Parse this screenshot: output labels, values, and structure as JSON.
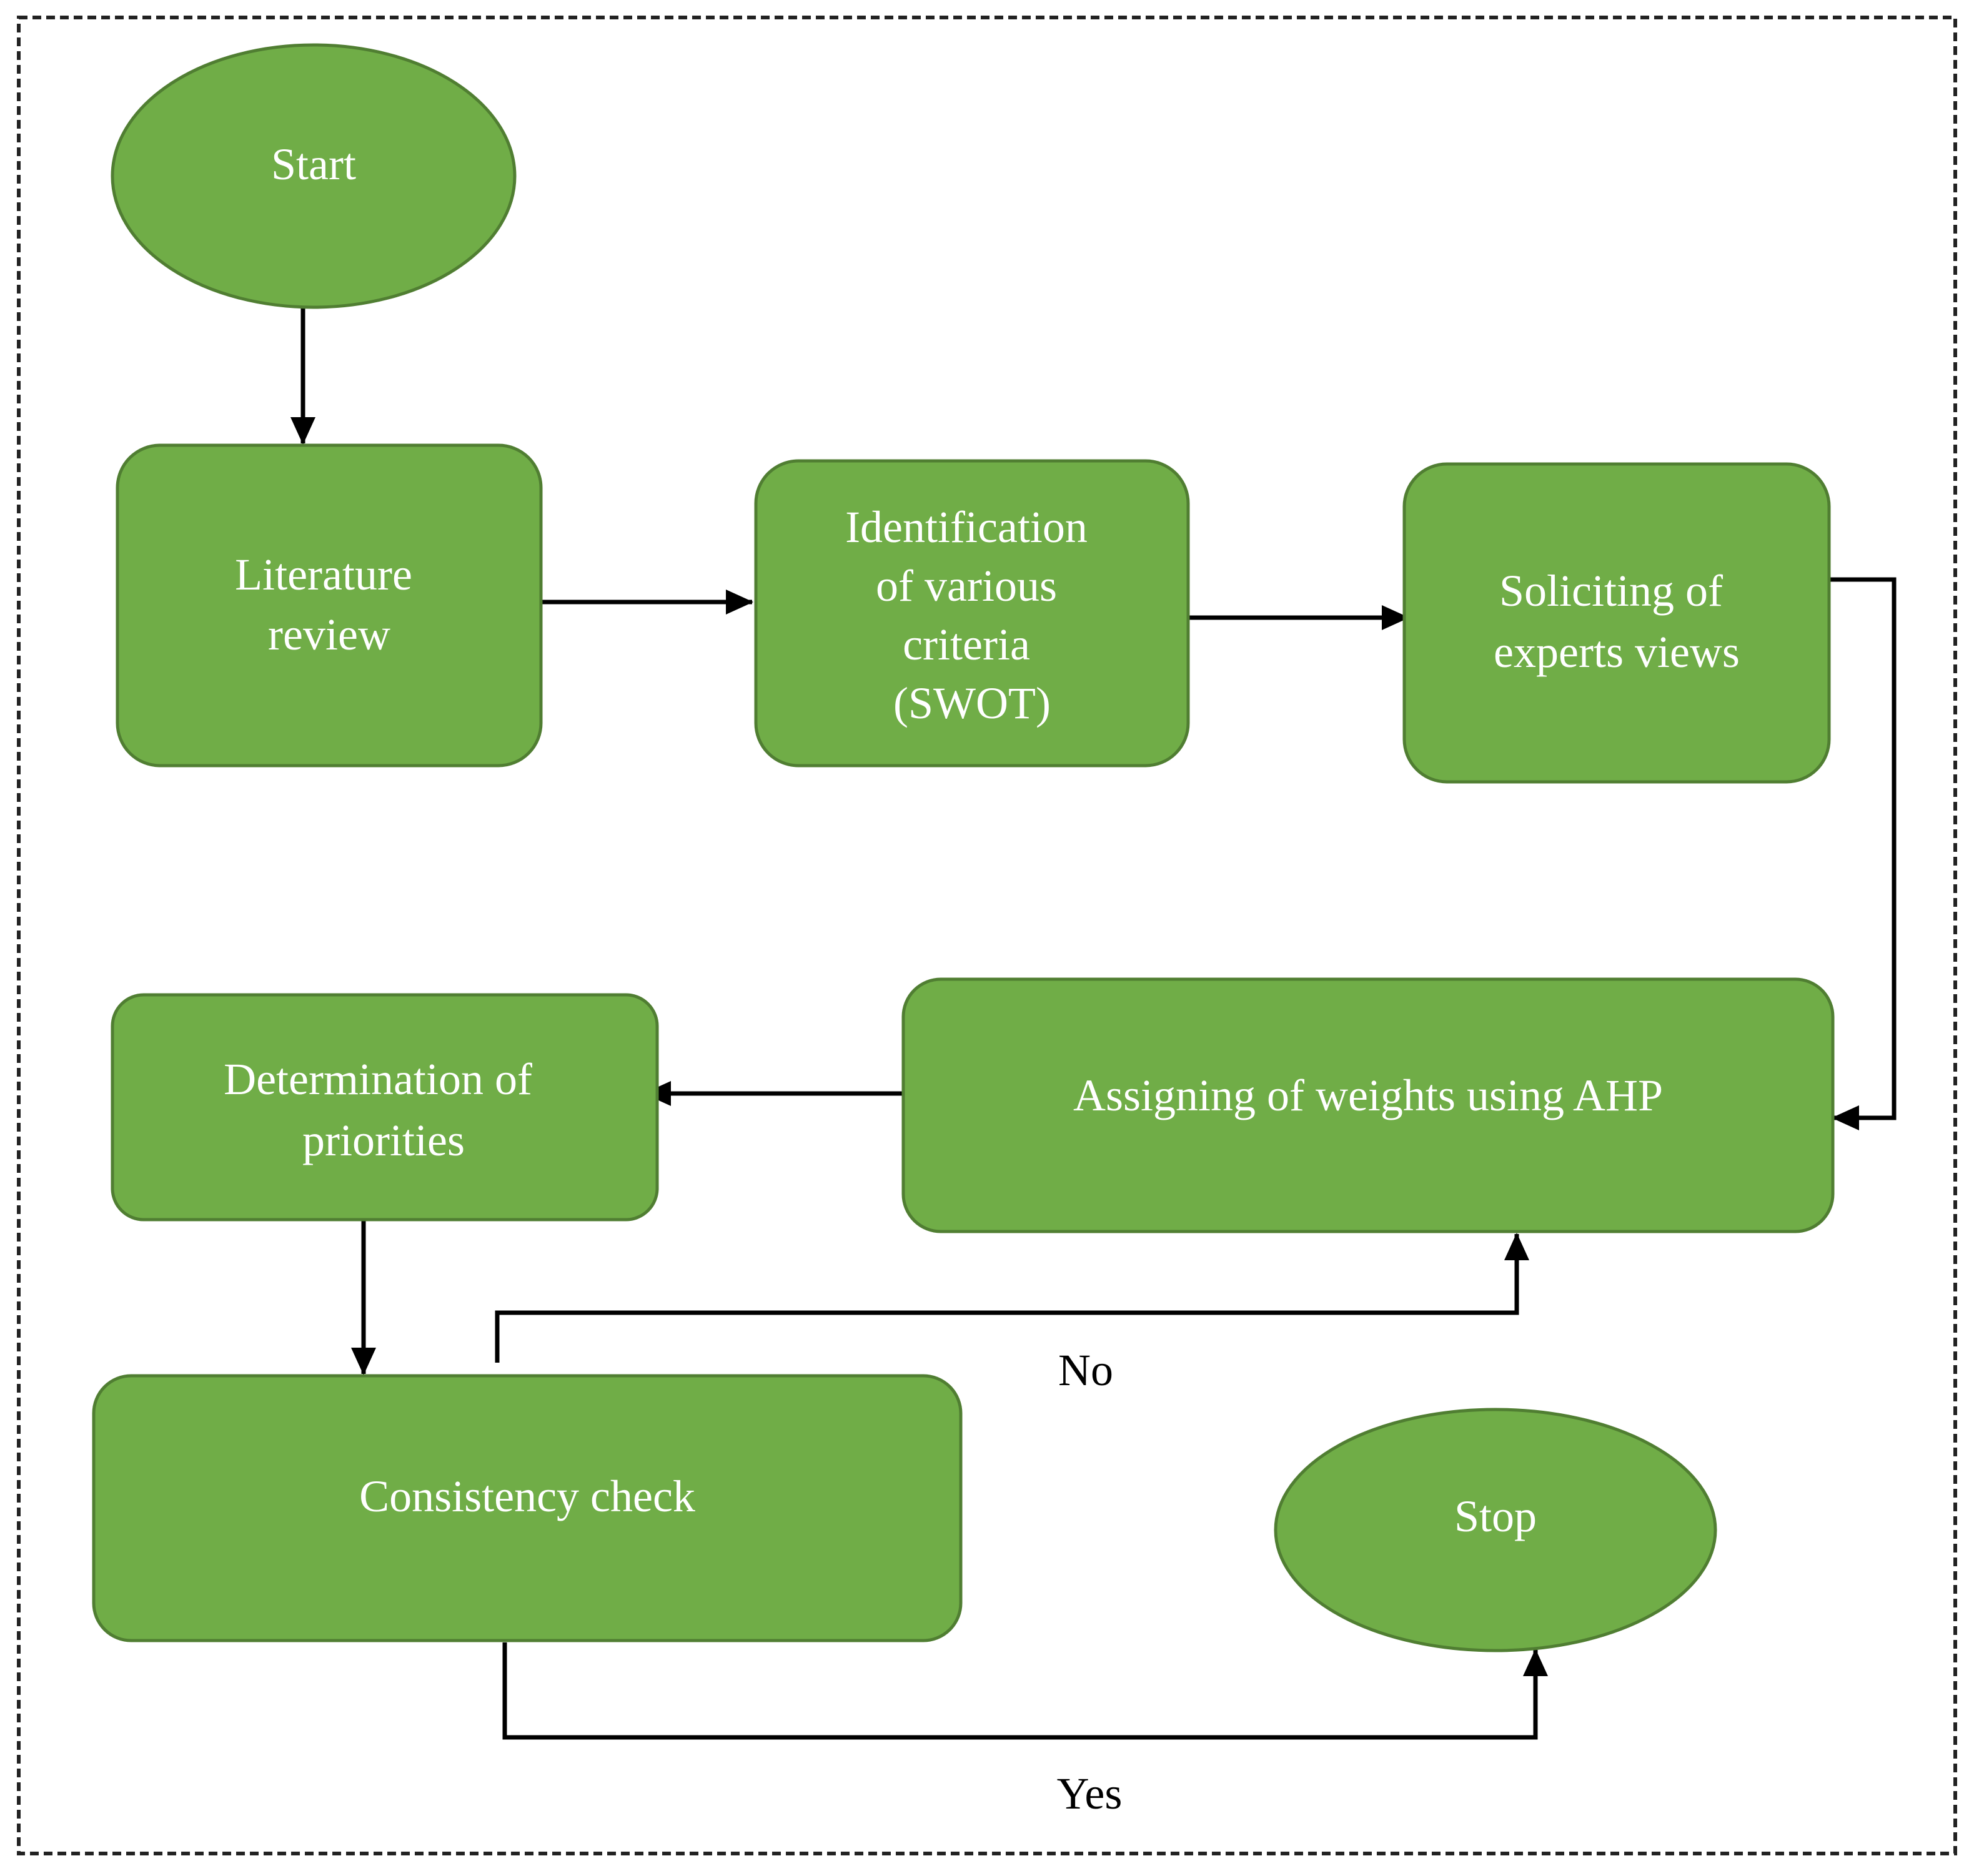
{
  "nodes": {
    "start": {
      "shape": "ellipse",
      "lines": [
        "Start"
      ]
    },
    "literature_review": {
      "shape": "rounded-rect",
      "lines": [
        "Literature",
        "review"
      ]
    },
    "identification": {
      "shape": "rounded-rect",
      "lines": [
        "Identification",
        "of various",
        "criteria",
        "(SWOT)"
      ]
    },
    "soliciting": {
      "shape": "rounded-rect",
      "lines": [
        "Soliciting of",
        "experts views"
      ]
    },
    "assigning": {
      "shape": "rounded-rect",
      "lines": [
        "Assigning of weights using AHP"
      ]
    },
    "determination": {
      "shape": "rounded-rect",
      "lines": [
        "Determination of",
        "priorities"
      ]
    },
    "consistency": {
      "shape": "rounded-rect",
      "lines": [
        "Consistency check"
      ]
    },
    "stop": {
      "shape": "ellipse",
      "lines": [
        "Stop"
      ]
    }
  },
  "edges": [
    {
      "from": "start",
      "to": "literature_review",
      "label": ""
    },
    {
      "from": "literature_review",
      "to": "identification",
      "label": ""
    },
    {
      "from": "identification",
      "to": "soliciting",
      "label": ""
    },
    {
      "from": "soliciting",
      "to": "assigning",
      "label": ""
    },
    {
      "from": "assigning",
      "to": "determination",
      "label": ""
    },
    {
      "from": "determination",
      "to": "consistency",
      "label": ""
    },
    {
      "from": "consistency",
      "to": "assigning",
      "label": "No"
    },
    {
      "from": "consistency",
      "to": "stop",
      "label": "Yes"
    }
  ],
  "colors": {
    "node_fill": "#70ad47",
    "node_border": "#507e32",
    "node_text": "#ffffff",
    "connector": "#000000",
    "frame": "#222222"
  }
}
